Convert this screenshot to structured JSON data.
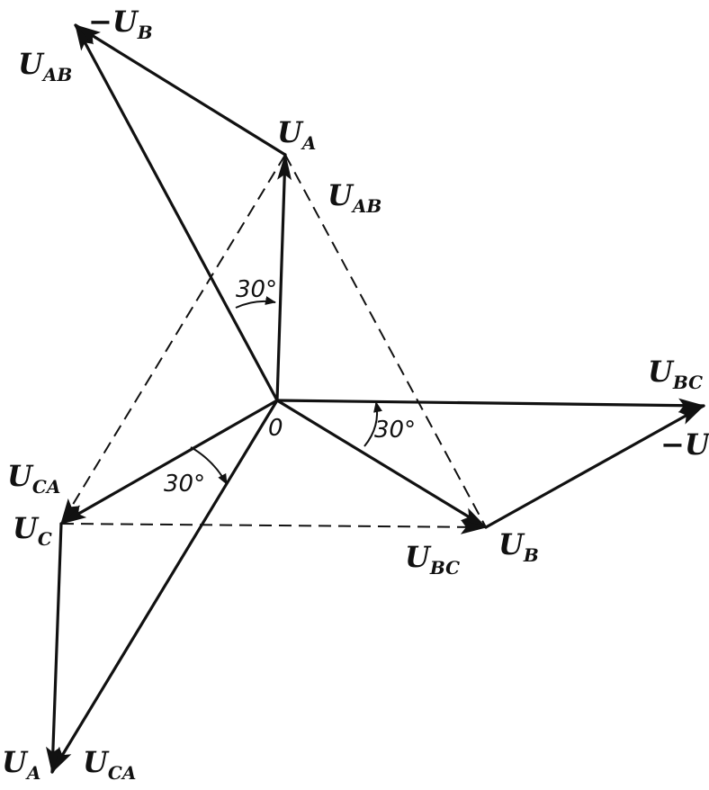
{
  "labels": {
    "neg_ub": {
      "pre": "−U",
      "sub": "B"
    },
    "uab_top": {
      "pre": "U",
      "sub": "AB"
    },
    "ua_top": {
      "pre": "U",
      "sub": "A"
    },
    "uab_mid": {
      "pre": "U",
      "sub": "AB"
    },
    "angle_top": "30°",
    "ubc_right": {
      "pre": "U",
      "sub": "BC"
    },
    "origin": "0",
    "angle_right": "30°",
    "neg_uc": {
      "pre": "−U",
      "sub": "C"
    },
    "uca_left": {
      "pre": "U",
      "sub": "CA"
    },
    "uc_left": {
      "pre": "U",
      "sub": "C"
    },
    "angle_left": "30°",
    "ubc_bottom": {
      "pre": "U",
      "sub": "BC"
    },
    "ub_right": {
      "pre": "U",
      "sub": "B"
    },
    "ua_bottom": {
      "pre": "U",
      "sub": "A"
    },
    "uca_bottom": {
      "pre": "U",
      "sub": "CA"
    }
  },
  "colors": {
    "ink": "#111111",
    "background": "#ffffff"
  }
}
